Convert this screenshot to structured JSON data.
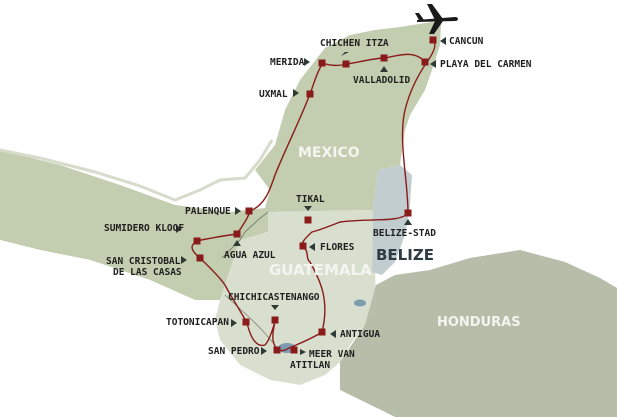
{
  "colors": {
    "mexico": "#c3ceb0",
    "guatemala": "#d9dfcf",
    "belize": "#c2cdcf",
    "honduras": "#b6bda9",
    "route": "#8a1b1b",
    "stop": "#8a1b1b"
  },
  "countries": {
    "mexico": "MEXICO",
    "guatemala": "GUATEMALA",
    "belize": "BELIZE",
    "honduras": "HONDURAS"
  },
  "places": {
    "cancun": "CANCUN",
    "playa": "PLAYA DEL CARMEN",
    "chichen": "CHICHEN ITZA",
    "merida": "MERIDA",
    "valladolid": "VALLADOLID",
    "uxmal": "UXMAL",
    "palenque": "PALENQUE",
    "sumidero": "SUMIDERO KLOOF",
    "agua_azul": "AGUA AZUL",
    "san_cristobal_1": "SAN CRISTOBAL",
    "san_cristobal_2": "DE LAS CASAS",
    "tikal": "TIKAL",
    "flores": "FLORES",
    "belize_stad": "BELIZE-STAD",
    "chichicastenango": "CHICHICASTENANGO",
    "totonicapan": "TOTONICAPAN",
    "antigua": "ANTIGUA",
    "san_pedro": "SAN PEDRO",
    "atitlan_1": "MEER VAN",
    "atitlan_2": "ATITLAN"
  },
  "icons": {
    "airplane": "airplane-icon",
    "markers": "triangle-pointer-icon"
  }
}
